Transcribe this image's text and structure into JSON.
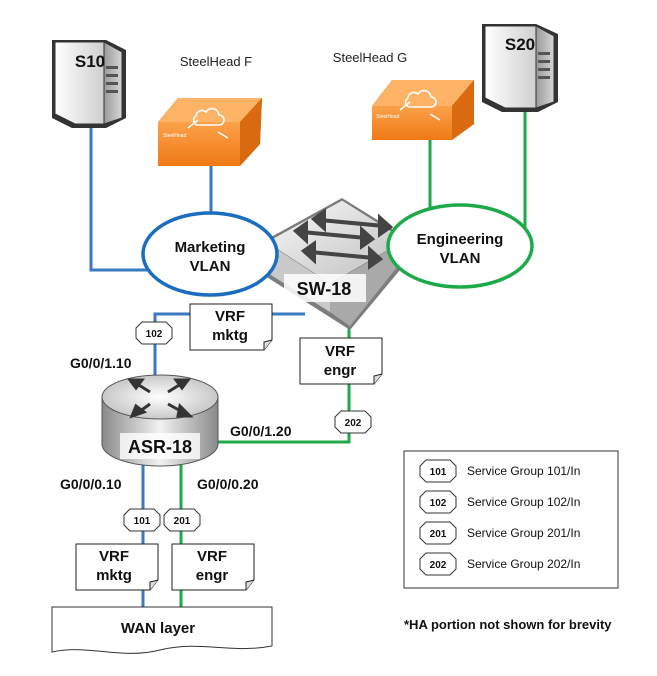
{
  "servers": {
    "s10": "S10",
    "s20": "S20"
  },
  "steelheads": {
    "f": {
      "label": "SteelHead F",
      "badge": "SteelHead"
    },
    "g": {
      "label": "SteelHead G",
      "badge": "SteelHead"
    }
  },
  "vlans": {
    "marketing": {
      "line1": "Marketing",
      "line2": "VLAN"
    },
    "engineering": {
      "line1": "Engineering",
      "line2": "VLAN"
    }
  },
  "switch": {
    "label": "SW-18"
  },
  "router": {
    "label": "ASR-18"
  },
  "interfaces": {
    "g0_0_1_10": "G0/0/1.10",
    "g0_0_1_20": "G0/0/1.20",
    "g0_0_0_10": "G0/0/0.10",
    "g0_0_0_20": "G0/0/0.20"
  },
  "vrfs": {
    "top_mktg": {
      "line1": "VRF",
      "line2": "mktg"
    },
    "top_engr": {
      "line1": "VRF",
      "line2": "engr"
    },
    "bottom_mktg": {
      "line1": "VRF",
      "line2": "mktg"
    },
    "bottom_engr": {
      "line1": "VRF",
      "line2": "engr"
    }
  },
  "badges": {
    "b102_top": "102",
    "b202_top": "202",
    "b101_bottom": "101",
    "b201_bottom": "201"
  },
  "wan": {
    "label": "WAN layer"
  },
  "legend": [
    {
      "badge": "101",
      "text": "Service Group 101/In"
    },
    {
      "badge": "102",
      "text": "Service Group 102/In"
    },
    {
      "badge": "201",
      "text": "Service Group 201/In"
    },
    {
      "badge": "202",
      "text": "Service Group 202/In"
    }
  ],
  "footnote": "*HA portion not shown for brevity",
  "colors": {
    "marketing": "#3a7abf",
    "engineering": "#1faa4a",
    "steelhead": "#f58220",
    "ellipse_blue": "#1a6dbf",
    "ellipse_green": "#1faa4a"
  }
}
